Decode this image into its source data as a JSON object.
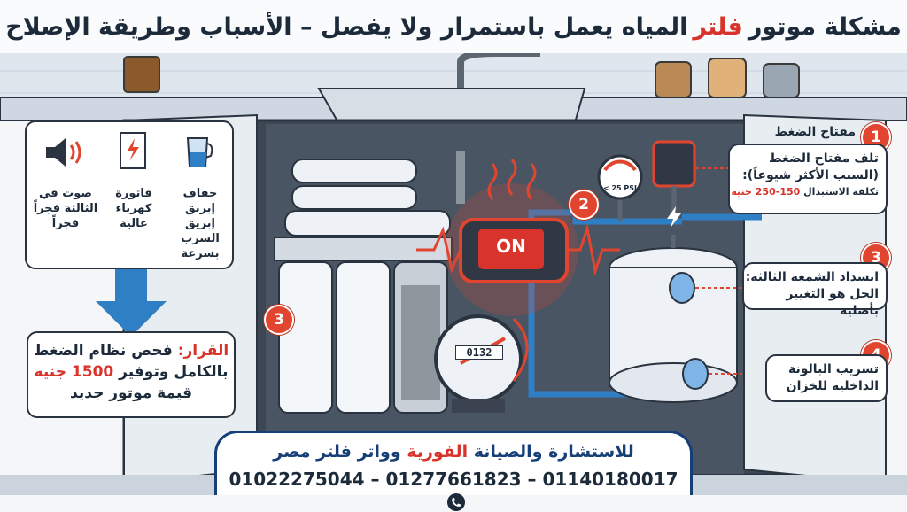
{
  "header": {
    "title_part1": "مشكلة موتور",
    "title_highlight": "فلتر",
    "title_part2": "المياه يعمل باستمرار ولا يفصل – الأسباب وطريقة الإصلاح"
  },
  "symptoms": [
    {
      "icon": "jug-icon",
      "line1": "جفاف إبريق",
      "line2": "إبريق الشرب",
      "line3": "بسرعة"
    },
    {
      "icon": "bill-icon",
      "line1": "فاتورة",
      "line2": "كهرباء",
      "line3": "عالية"
    },
    {
      "icon": "speaker-icon",
      "line1": "صوت في",
      "line2": "الثالثة فجراً",
      "line3": "فجراً"
    }
  ],
  "decision": {
    "label": "القرار:",
    "text1": "فحص نظام الضغط",
    "text2a": "بالكامل وتوفير",
    "amount": "1500 جنيه",
    "text3": "قيمة موتور جديد"
  },
  "motor": {
    "status": "ON"
  },
  "gauge": {
    "label": "< 25 PSI"
  },
  "meter": {
    "reading": "0132"
  },
  "badges": {
    "b1": "1",
    "b2": "2",
    "b3a": "3",
    "b3b": "3",
    "b4": "4"
  },
  "cause1": {
    "header": "مفتاح الضغط",
    "line1": "تلف مفتاح الضغط",
    "line2": "(السبب الأكثر شيوعاً):",
    "cost_label": "تكلفة الاستبدال",
    "cost_value": "150-250 جنيه"
  },
  "cause3": {
    "line1": "انسداد الشمعة الثالثة:",
    "line2": "الحل هو التغيير بأصلية"
  },
  "cause4": {
    "line1": "تسريب البالونة",
    "line2": "الداخلية للخزان"
  },
  "footer": {
    "line1_part1": "للاستشارة والصيانة",
    "line1_highlight": "الفورية",
    "line1_part2": "وواتر فلتر مصر",
    "phones": "01022275044 – 01277661823 – 01140180017"
  },
  "colors": {
    "accent": "#d9342b",
    "navy": "#163e77",
    "pipe": "#2f7fc4"
  }
}
